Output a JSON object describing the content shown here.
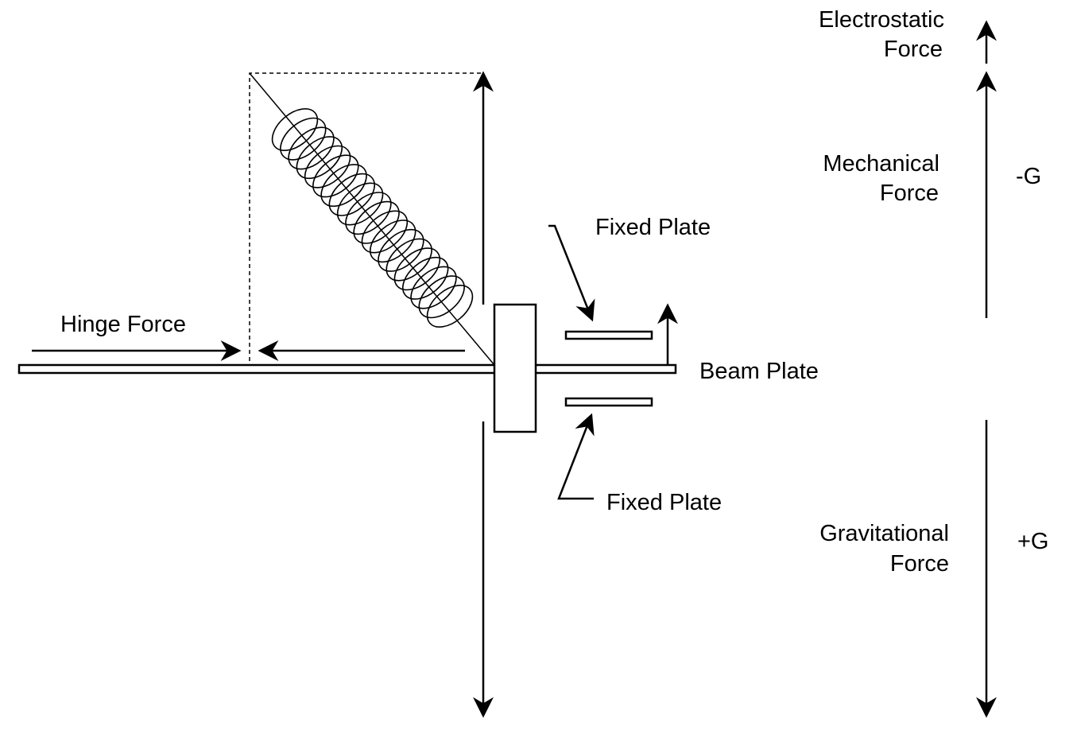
{
  "labels": {
    "electrostatic_line1": "Electrostatic",
    "electrostatic_line2": "Force",
    "mechanical_line1": "Mechanical",
    "mechanical_line2": "Force",
    "gravitational_line1": "Gravitational",
    "gravitational_line2": "Force",
    "minus_g": "-G",
    "plus_g": "+G",
    "hinge_force": "Hinge Force",
    "fixed_plate_top": "Fixed Plate",
    "fixed_plate_bottom": "Fixed Plate",
    "beam_plate": "Beam Plate"
  },
  "spring": {
    "coil_count": 20
  }
}
